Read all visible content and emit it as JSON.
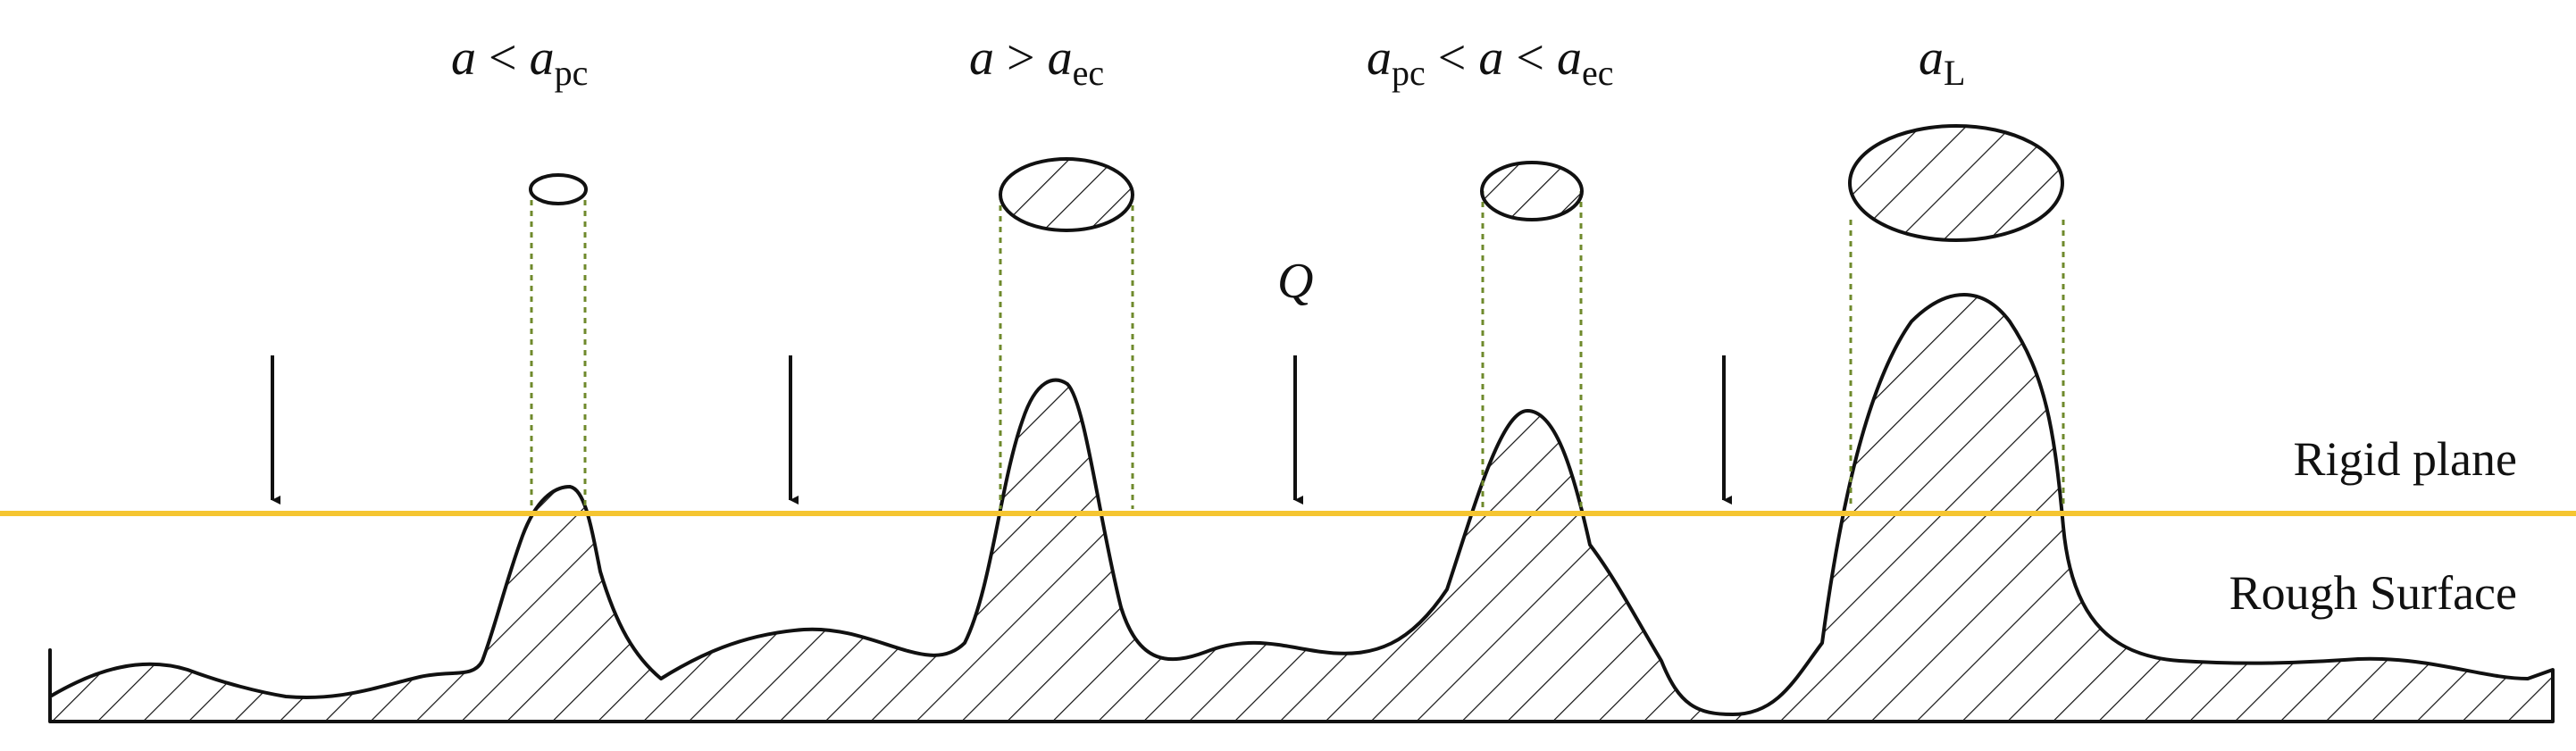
{
  "labels": {
    "case1": {
      "a": "a",
      "op": " < ",
      "sym": "a",
      "sub": "pc"
    },
    "case2": {
      "a": "a",
      "op": " > ",
      "sym": "a",
      "sub": "ec"
    },
    "case3": {
      "lhs": "a",
      "lhs_sub": "pc",
      "op1": " < ",
      "mid": "a",
      "op2": " < ",
      "rhs": "a",
      "rhs_sub": "ec"
    },
    "case4": {
      "sym": "a",
      "sub": "L"
    },
    "load": "Q",
    "rigid_plane": "Rigid plane",
    "rough_surface": "Rough Surface"
  },
  "colors": {
    "rigid_plane": "#f5c531",
    "guide_lines": "#6f8a2c",
    "ink": "#111111"
  }
}
